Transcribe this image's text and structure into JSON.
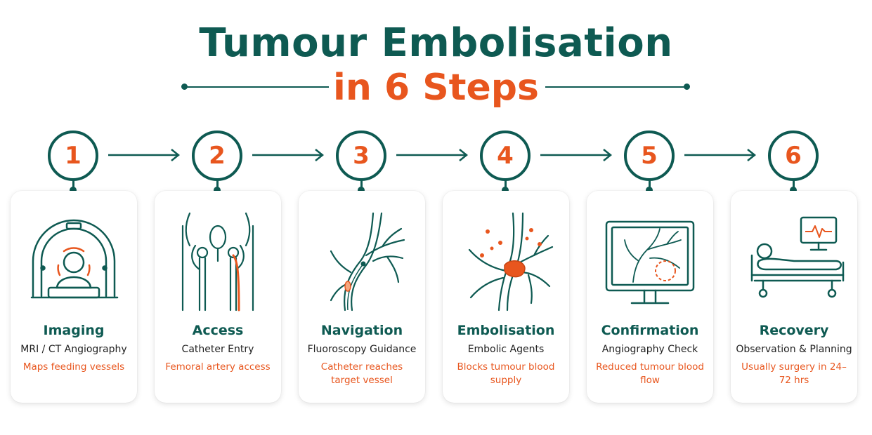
{
  "header": {
    "title": "Tumour Embolisation",
    "subtitle": "in 6 Steps"
  },
  "colors": {
    "teal": "#0e5a52",
    "orange": "#e8561e"
  },
  "steps": [
    {
      "number": "1",
      "title": "Imaging",
      "subtitle": "MRI / CT Angiography",
      "description": "Maps feeding vessels",
      "icon": "mri-scanner-icon"
    },
    {
      "number": "2",
      "title": "Access",
      "subtitle": "Catheter Entry",
      "description": "Femoral artery access",
      "icon": "pelvis-catheter-icon"
    },
    {
      "number": "3",
      "title": "Navigation",
      "subtitle": "Fluoroscopy Guidance",
      "description": "Catheter reaches target vessel",
      "icon": "vessel-navigation-icon"
    },
    {
      "number": "4",
      "title": "Embolisation",
      "subtitle": "Embolic Agents",
      "description": "Blocks tumour blood supply",
      "icon": "embolic-particles-icon"
    },
    {
      "number": "5",
      "title": "Confirmation",
      "subtitle": "Angiography Check",
      "description": "Reduced tumour blood flow",
      "icon": "angiography-monitor-icon"
    },
    {
      "number": "6",
      "title": "Recovery",
      "subtitle": "Observation & Planning",
      "description": "Usually surgery in 24–72 hrs",
      "icon": "hospital-bed-icon"
    }
  ]
}
